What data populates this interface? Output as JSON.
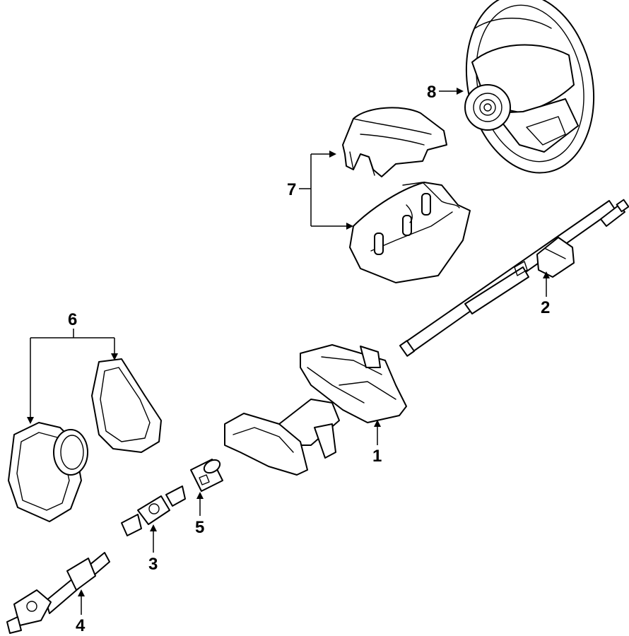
{
  "callouts": [
    {
      "id": "1",
      "label": "1"
    },
    {
      "id": "2",
      "label": "2"
    },
    {
      "id": "3",
      "label": "3"
    },
    {
      "id": "4",
      "label": "4"
    },
    {
      "id": "5",
      "label": "5"
    },
    {
      "id": "6",
      "label": "6"
    },
    {
      "id": "7",
      "label": "7"
    },
    {
      "id": "8",
      "label": "8"
    }
  ],
  "colors": {
    "line": "#000000",
    "fill": "#ffffff",
    "background": "#ffffff"
  }
}
